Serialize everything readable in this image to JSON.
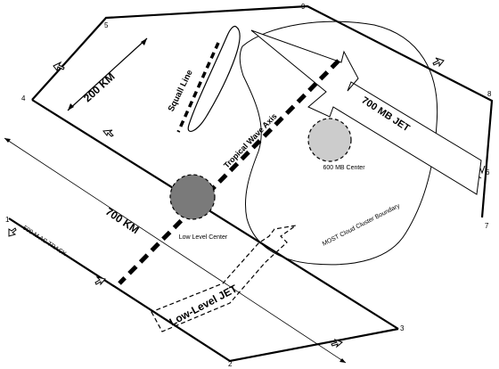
{
  "labels": {
    "squall_line": "Squall Line",
    "tropical_wave_axis": "Tropical Wave Axis",
    "jet_700mb": "700 MB JET",
    "center_600mb": "600 MB Center",
    "low_level_center": "Low Level Center",
    "cloud_cluster_boundary": "MOST Cloud Cluster Boundary",
    "low_level_jet": "Low-Level JET",
    "ac_track": "500 M AC TRACK",
    "dist_200": "200 KM",
    "dist_700": "700 KM"
  },
  "waypoints": {
    "p1": "1",
    "p2": "2",
    "p3": "3",
    "p4": "4",
    "p5": "5",
    "p6": "6",
    "p7": "7",
    "p8": "8",
    "p9": "9"
  }
}
